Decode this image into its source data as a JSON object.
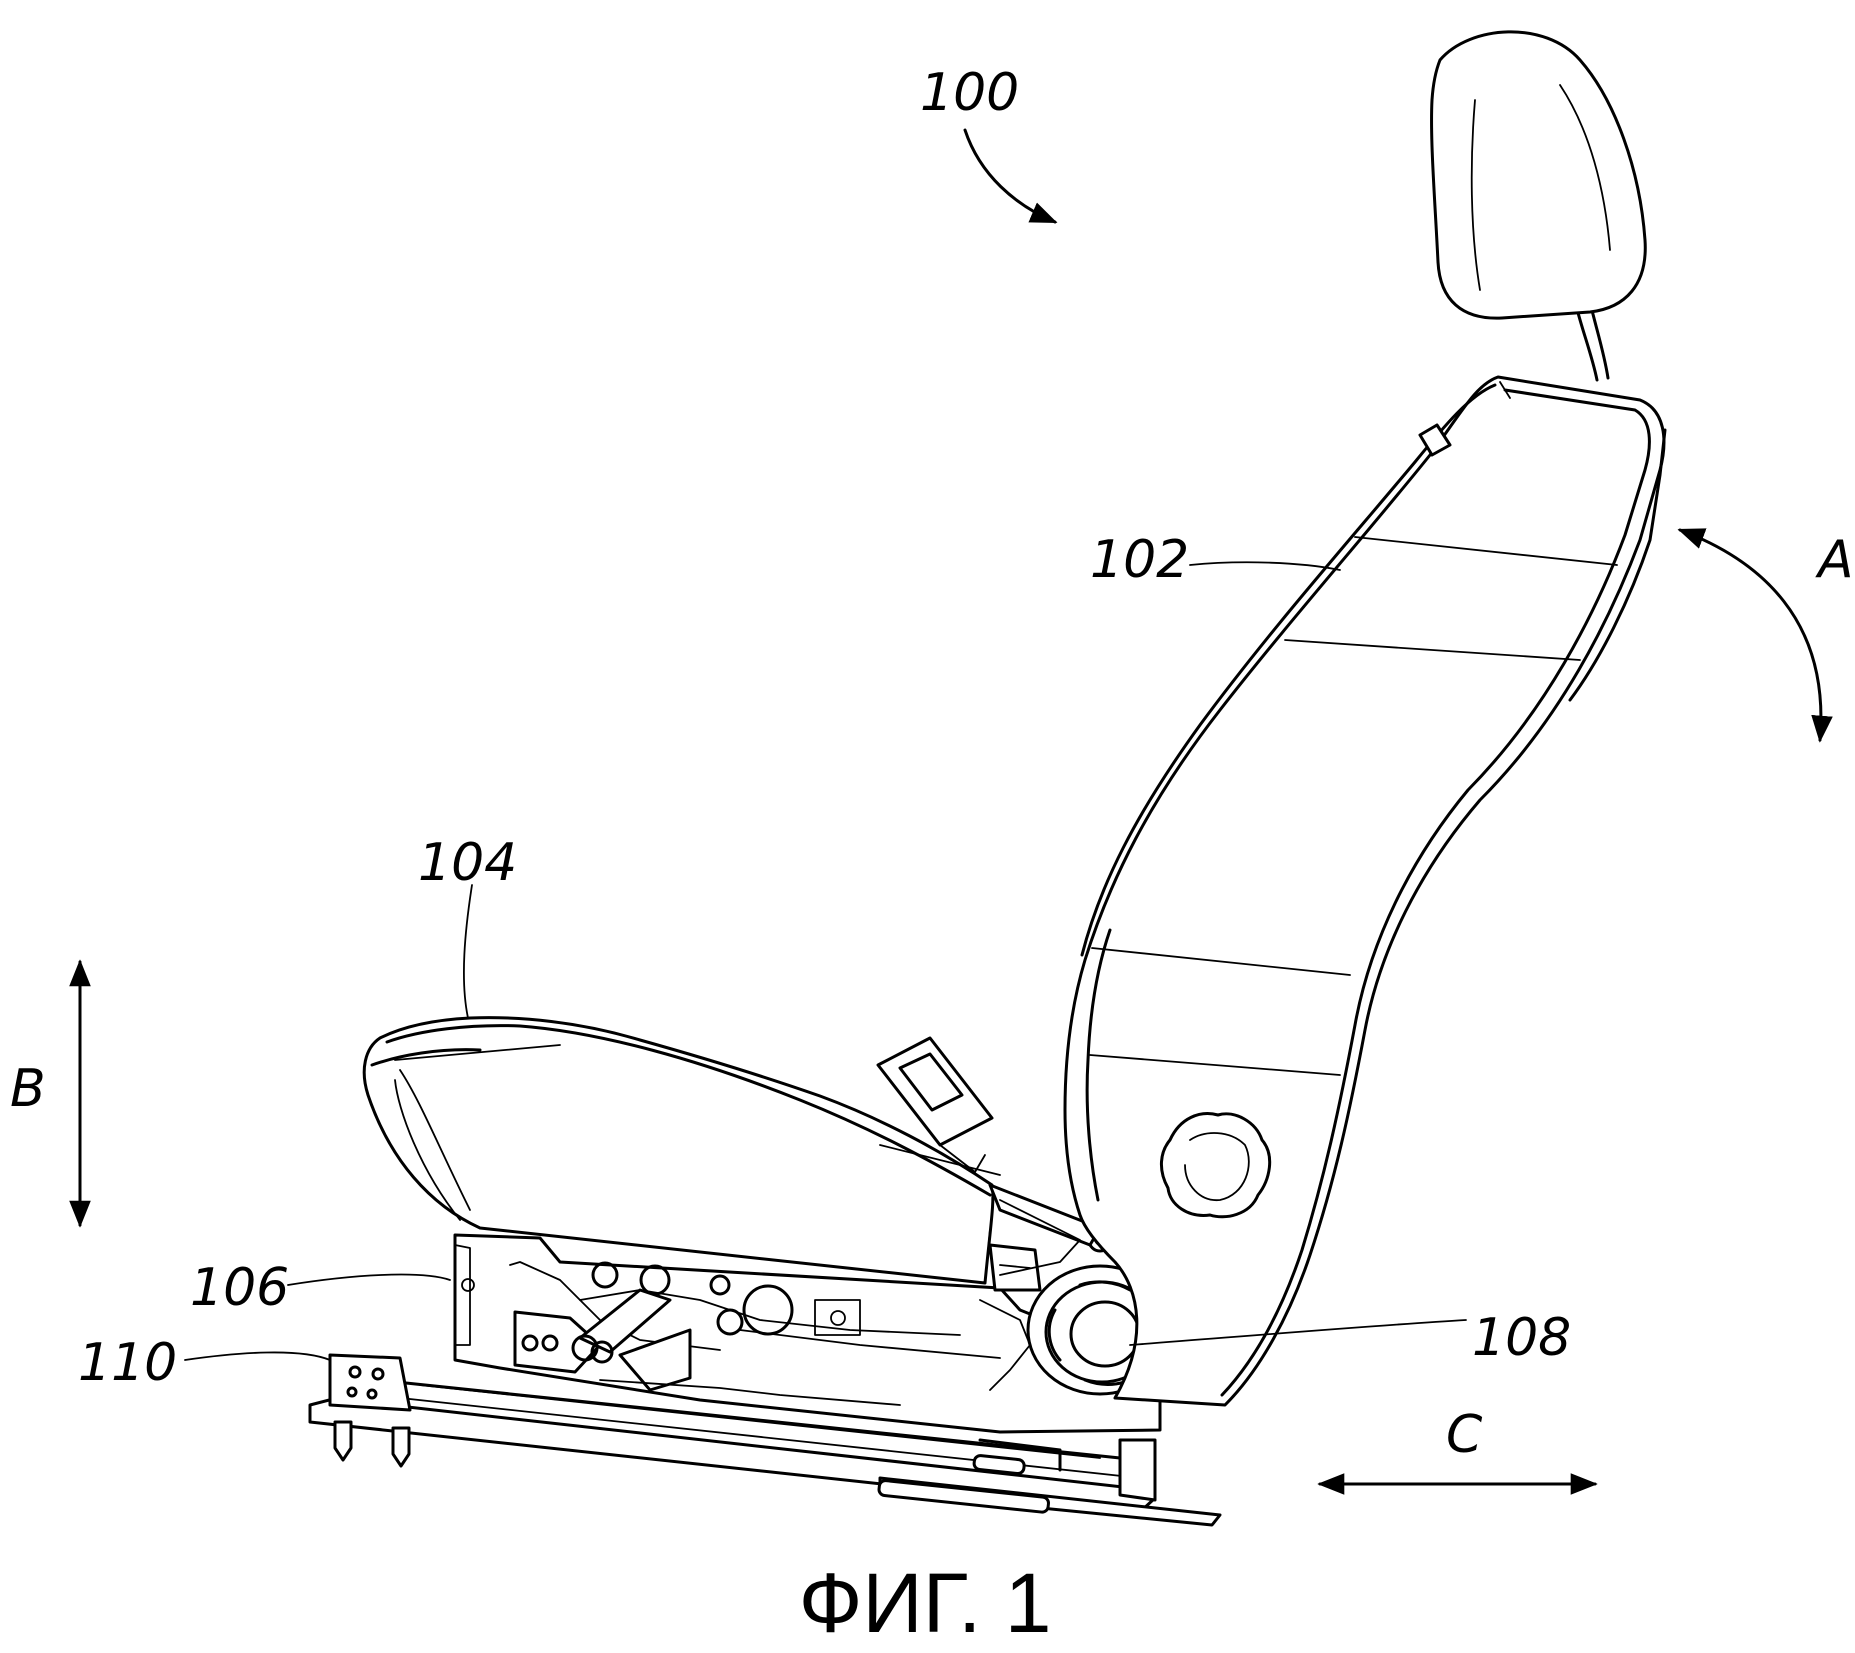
{
  "figure": {
    "caption": "ФИГ. 1",
    "labels": {
      "seat_assembly": "100",
      "seatback": "102",
      "seat_cushion": "104",
      "ref_106": "106",
      "recliner": "108",
      "track": "110"
    },
    "arrows": {
      "recline": "A",
      "height": "B",
      "fore_aft": "C"
    }
  },
  "colors": {
    "line": "#000000",
    "background": "#ffffff"
  }
}
